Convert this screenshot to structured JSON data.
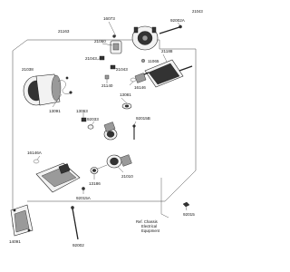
{
  "diagram_id": "21043",
  "labels": {
    "p92002A": "92002A",
    "p21163": "21163",
    "p16073": "16073",
    "p21060": "21060",
    "p11065": "11065",
    "p21043a": "21043",
    "p21043b": "21043",
    "p21140": "21140",
    "p16146": "16146",
    "p21188": "21188",
    "p21038": "21038",
    "p13091": "13091",
    "p13081": "13081",
    "p13063": "13063",
    "p92033": "92033",
    "p92015B": "92015B",
    "p16146A": "16146A",
    "p13186": "13186",
    "p21010": "21010",
    "p92015A": "92015A",
    "p92015": "92015",
    "p14091": "14091",
    "p92002": "92002"
  },
  "ref_note": {
    "line1": "Ref. Chassis",
    "line2": "Electrical",
    "line3": "Equipment"
  }
}
